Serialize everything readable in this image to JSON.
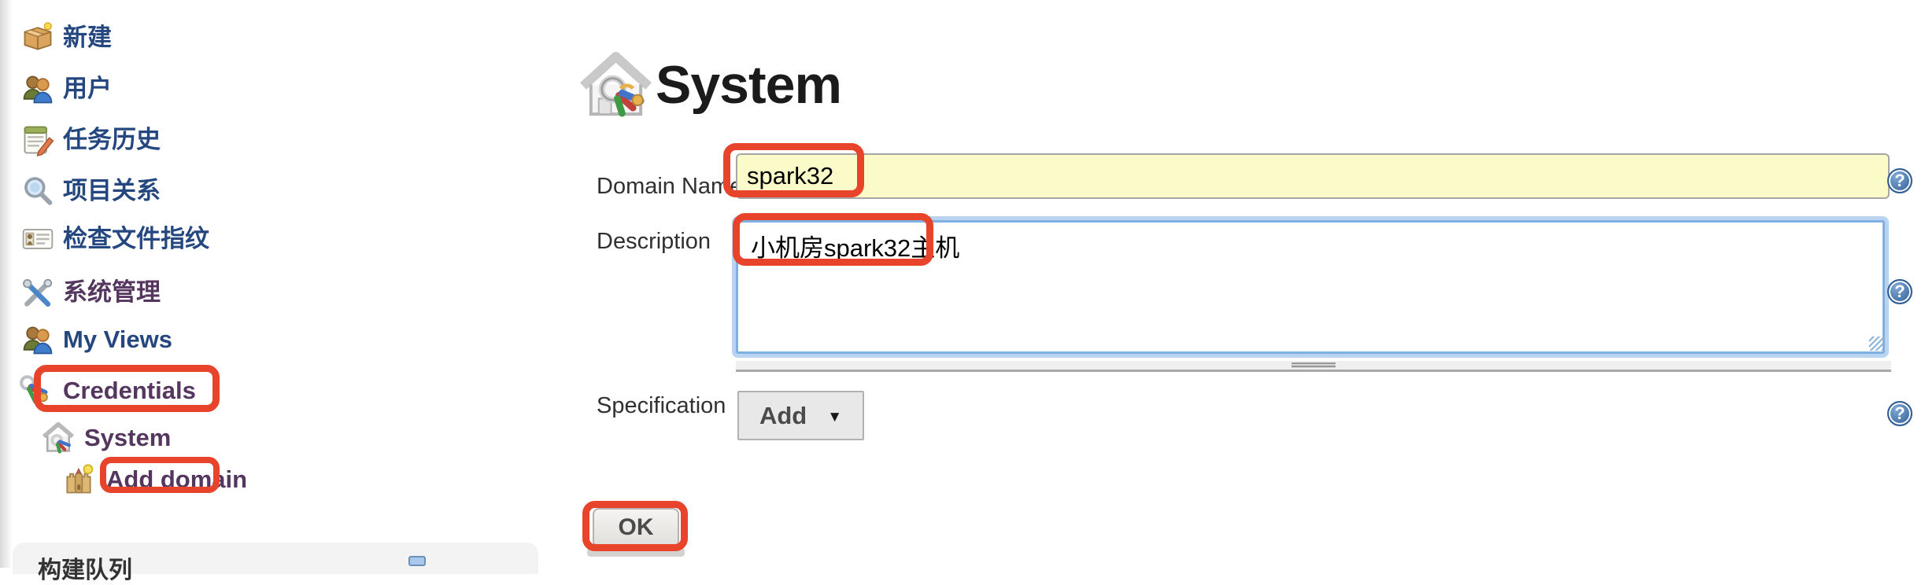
{
  "sidebar": {
    "items": [
      {
        "label": "新建",
        "icon": "new-item-box"
      },
      {
        "label": "用户",
        "icon": "users"
      },
      {
        "label": "任务历史",
        "icon": "build-history-notepad"
      },
      {
        "label": "项目关系",
        "icon": "project-relationship-magnifier"
      },
      {
        "label": "检查文件指纹",
        "icon": "fingerprint-id-card"
      },
      {
        "label": "系统管理",
        "icon": "manage-tools"
      },
      {
        "label": "My Views",
        "icon": "my-views-people"
      },
      {
        "label": "Credentials",
        "icon": "credentials-keys"
      },
      {
        "label": "System",
        "icon": "domain-house"
      },
      {
        "label": "Add domain",
        "icon": "add-domain-castle"
      }
    ],
    "build_queue": {
      "title": "构建队列"
    }
  },
  "main": {
    "title": "System",
    "help_symbol": "?",
    "form": {
      "domain_name": {
        "label": "Domain Name",
        "value": "spark32"
      },
      "description": {
        "label": "Description",
        "value": "小机房spark32主机"
      },
      "specification": {
        "label": "Specification",
        "add_button": "Add",
        "caret": "▼"
      },
      "ok_button": "OK"
    }
  },
  "annotations": {
    "color": "#e8432b",
    "highlighted": [
      "Credentials",
      "Add domain",
      "spark32 input value",
      "description value",
      "OK button"
    ]
  },
  "colors": {
    "sidebar_link": "#24477f",
    "sidebar_visited_link": "#54365f",
    "domain_input_bg": "#fbfbc9",
    "focus_border": "#7fb0e2"
  }
}
